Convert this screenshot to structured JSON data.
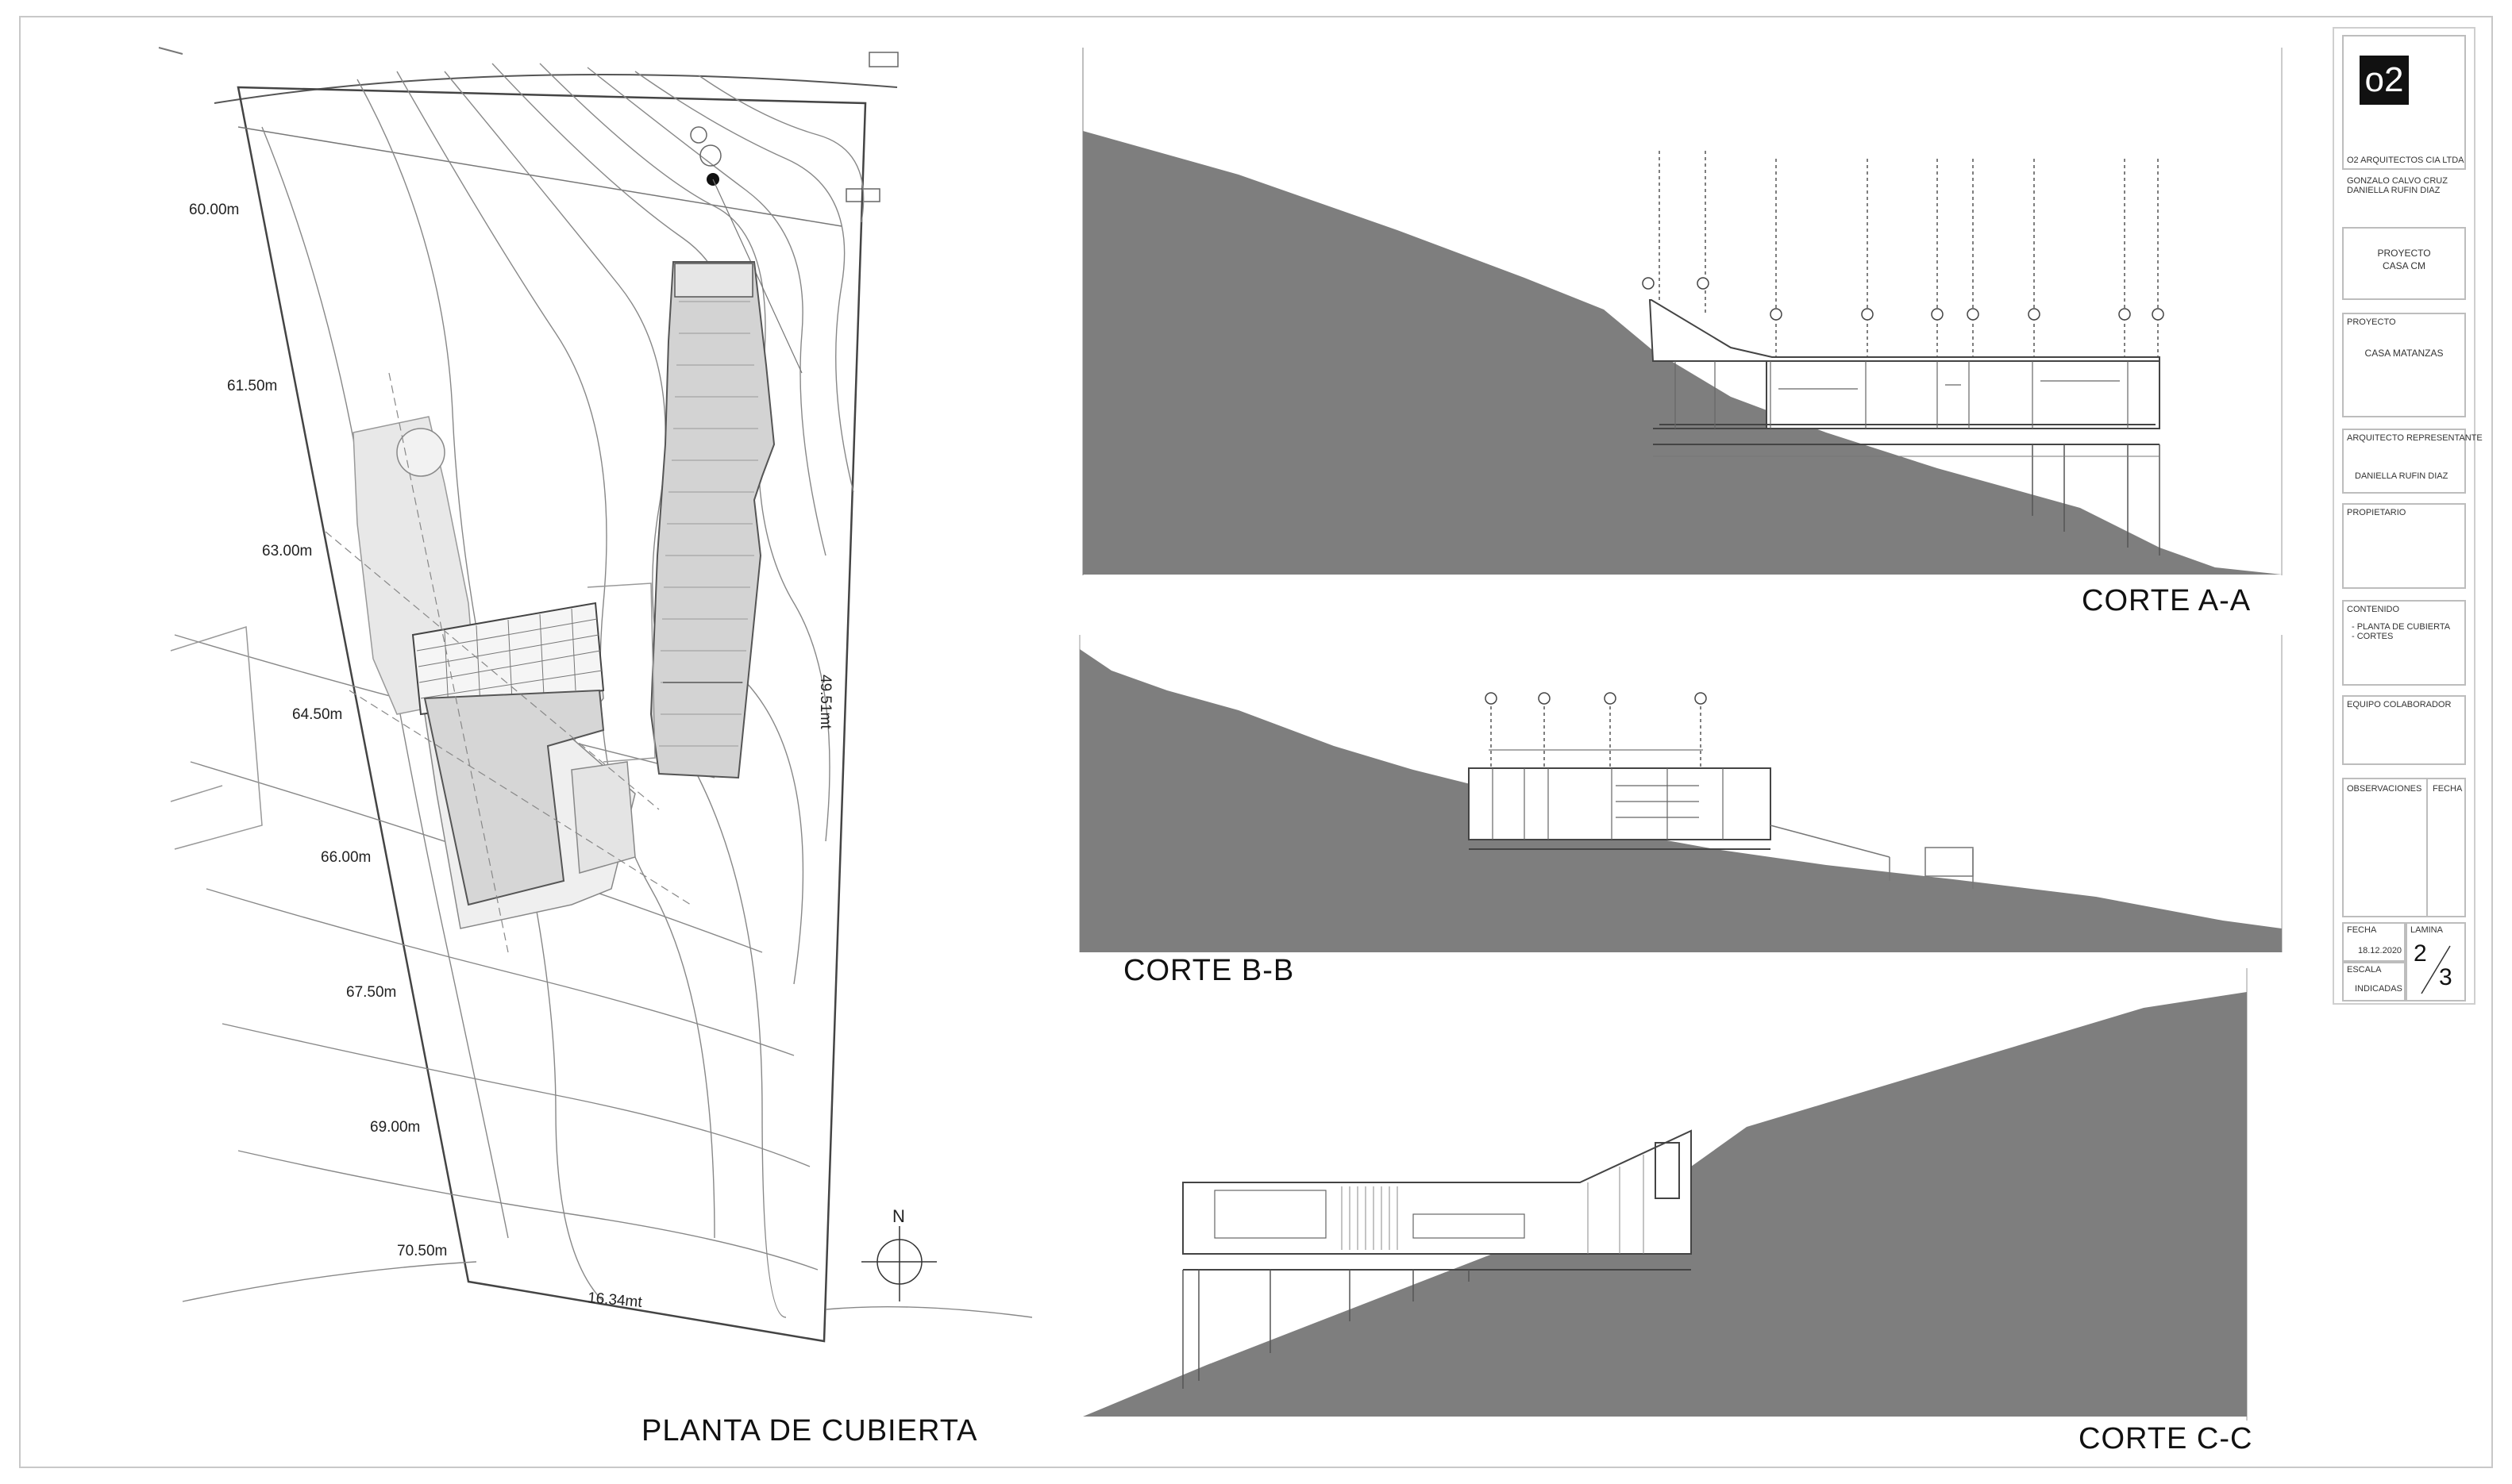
{
  "drawings": {
    "plan_title": "PLANTA DE CUBIERTA",
    "section_a_title": "CORTE A-A",
    "section_b_title": "CORTE B-B",
    "section_c_title": "CORTE C-C",
    "north_label": "N",
    "contour_elevations": [
      "60.00m",
      "61.50m",
      "63.00m",
      "64.50m",
      "66.00m",
      "67.50m",
      "69.00m",
      "70.50m"
    ],
    "dimension_side": "49.51mt",
    "dimension_front": "16.34mt",
    "colors": {
      "terrain": "#7e7e7e",
      "line": "#555555",
      "light_line": "#9a9a9a"
    }
  },
  "title_block": {
    "logo_text": "o2",
    "firm": "O2 ARQUITECTOS CIA LTDA",
    "architects": [
      "GONZALO CALVO CRUZ",
      "DANIELLA RUFIN DIAZ"
    ],
    "project_header": "PROYECTO",
    "project_name": "CASA CM",
    "project_label": "PROYECTO",
    "project_value": "CASA MATANZAS",
    "rep_label": "ARQUITECTO REPRESENTANTE",
    "rep_value": "DANIELLA RUFIN DIAZ",
    "owner_label": "PROPIETARIO",
    "content_label": "CONTENIDO",
    "content_items": [
      "- PLANTA DE CUBIERTA",
      "- CORTES"
    ],
    "consultants_label": "EQUIPO COLABORADOR",
    "observations_label": "OBSERVACIONES",
    "date_col_label": "FECHA",
    "date_label": "FECHA",
    "date_value": "18.12.2020",
    "sheet_label": "LAMINA",
    "scale_label": "ESCALA",
    "scale_value": "INDICADAS",
    "sheet_number": "2",
    "sheet_total": "3"
  }
}
